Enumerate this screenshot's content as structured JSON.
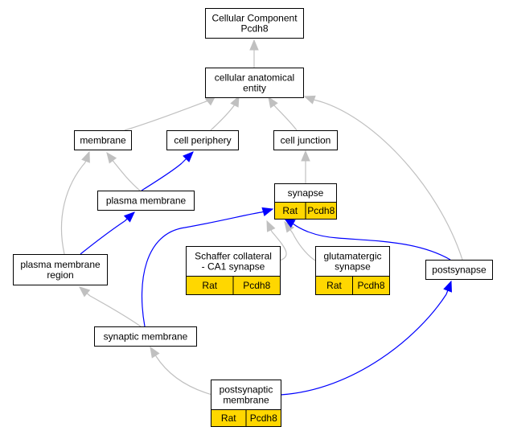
{
  "colors": {
    "is_a_edge": "#c0c0c0",
    "part_of_edge": "#0000ff",
    "annotation_fill": "#ffd700",
    "node_fill": "#ffffff",
    "node_border": "#000000"
  },
  "nodes": {
    "root": {
      "lines": [
        "Cellular Component",
        "Pcdh8"
      ]
    },
    "cae": {
      "lines": [
        "cellular anatomical",
        "entity"
      ]
    },
    "membrane": {
      "lines": [
        "membrane"
      ]
    },
    "periphery": {
      "lines": [
        "cell periphery"
      ]
    },
    "junction": {
      "lines": [
        "cell junction"
      ]
    },
    "synapse": {
      "lines": [
        "synapse"
      ],
      "annotation": [
        "Rat",
        "Pcdh8"
      ]
    },
    "pm": {
      "lines": [
        "plasma membrane"
      ]
    },
    "pmr": {
      "lines": [
        "plasma membrane",
        "region"
      ]
    },
    "schaffer": {
      "lines": [
        "Schaffer collateral",
        "- CA1 synapse"
      ],
      "annotation": [
        "Rat",
        "Pcdh8"
      ]
    },
    "glut": {
      "lines": [
        "glutamatergic",
        "synapse"
      ],
      "annotation": [
        "Rat",
        "Pcdh8"
      ]
    },
    "post": {
      "lines": [
        "postsynapse"
      ]
    },
    "synmem": {
      "lines": [
        "synaptic membrane"
      ]
    },
    "psm": {
      "lines": [
        "postsynaptic",
        "membrane"
      ],
      "annotation": [
        "Rat",
        "Pcdh8"
      ]
    }
  },
  "edges": [
    {
      "from": "cae",
      "to": "root",
      "type": "is_a"
    },
    {
      "from": "membrane",
      "to": "cae",
      "type": "is_a"
    },
    {
      "from": "periphery",
      "to": "cae",
      "type": "is_a"
    },
    {
      "from": "junction",
      "to": "cae",
      "type": "is_a"
    },
    {
      "from": "post",
      "to": "cae",
      "type": "is_a"
    },
    {
      "from": "synapse",
      "to": "junction",
      "type": "is_a"
    },
    {
      "from": "pm",
      "to": "membrane",
      "type": "is_a"
    },
    {
      "from": "pm",
      "to": "periphery",
      "type": "part_of"
    },
    {
      "from": "pmr",
      "to": "membrane",
      "type": "is_a"
    },
    {
      "from": "pmr",
      "to": "pm",
      "type": "part_of"
    },
    {
      "from": "schaffer",
      "to": "synapse",
      "type": "is_a"
    },
    {
      "from": "glut",
      "to": "synapse",
      "type": "is_a"
    },
    {
      "from": "post",
      "to": "synapse",
      "type": "part_of"
    },
    {
      "from": "synmem",
      "to": "pmr",
      "type": "is_a"
    },
    {
      "from": "synmem",
      "to": "synapse",
      "type": "part_of"
    },
    {
      "from": "psm",
      "to": "synmem",
      "type": "is_a"
    },
    {
      "from": "psm",
      "to": "post",
      "type": "part_of"
    }
  ]
}
